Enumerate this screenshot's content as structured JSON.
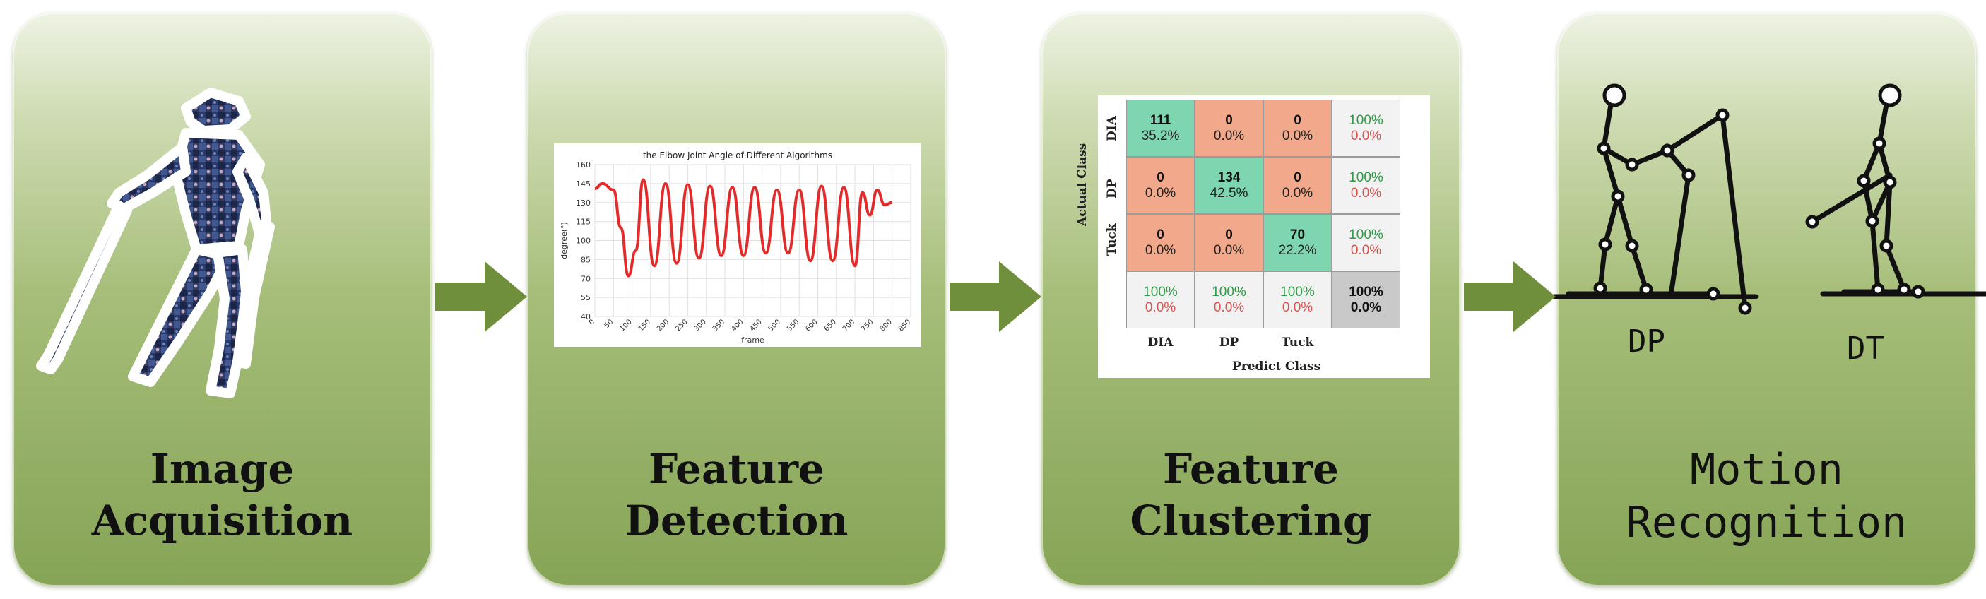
{
  "steps": [
    {
      "title_line1": "Image",
      "title_line2": "Acquisition"
    },
    {
      "title_line1": "Feature",
      "title_line2": "Detection"
    },
    {
      "title_line1": "Feature",
      "title_line2": "Clustering"
    },
    {
      "title_line1": "Motion",
      "title_line2": "Recognition"
    }
  ],
  "colors": {
    "panel": "#a5bd78",
    "arrow": "#6f8f3c",
    "curve": "#e32b2b"
  },
  "chart_data": {
    "type": "line",
    "title": "the Elbow Joint Angle of Different Algorithms",
    "ylabel": "degree(°)",
    "xlabel": "frame",
    "ylim": [
      40,
      160
    ],
    "xlim": [
      0,
      850
    ],
    "y_ticks": [
      "160",
      "145",
      "130",
      "115",
      "100",
      "85",
      "70",
      "55",
      "40"
    ],
    "x_ticks": [
      "0",
      "50",
      "100",
      "150",
      "200",
      "250",
      "300",
      "350",
      "400",
      "450",
      "500",
      "550",
      "600",
      "650",
      "700",
      "750",
      "800",
      "850"
    ],
    "grid": true,
    "series": [
      {
        "x": [
          0,
          20,
          50,
          70,
          90,
          110,
          130,
          160,
          190,
          220,
          250,
          280,
          310,
          340,
          370,
          400,
          430,
          460,
          490,
          520,
          550,
          580,
          610,
          640,
          670,
          700,
          720,
          740,
          760,
          780,
          800
        ],
        "y": [
          141,
          145,
          140,
          110,
          72,
          92,
          148,
          80,
          145,
          82,
          144,
          86,
          143,
          88,
          142,
          88,
          142,
          90,
          140,
          90,
          140,
          84,
          143,
          84,
          142,
          80,
          138,
          120,
          140,
          128,
          130
        ]
      }
    ]
  },
  "confusion_matrix": {
    "ylabel": "Actual Class",
    "xlabel": "Predict Class",
    "row_labels": [
      "DIA",
      "DP",
      "Tuck"
    ],
    "col_labels": [
      "DIA",
      "DP",
      "Tuck"
    ],
    "rows": [
      [
        {
          "count": "111",
          "pct": "35.2%"
        },
        {
          "count": "0",
          "pct": "0.0%"
        },
        {
          "count": "0",
          "pct": "0.0%"
        }
      ],
      [
        {
          "count": "0",
          "pct": "0.0%"
        },
        {
          "count": "134",
          "pct": "42.5%"
        },
        {
          "count": "0",
          "pct": "0.0%"
        }
      ],
      [
        {
          "count": "0",
          "pct": "0.0%"
        },
        {
          "count": "0",
          "pct": "0.0%"
        },
        {
          "count": "70",
          "pct": "22.2%"
        }
      ]
    ],
    "row_summary": [
      {
        "good": "100%",
        "bad": "0.0%"
      },
      {
        "good": "100%",
        "bad": "0.0%"
      },
      {
        "good": "100%",
        "bad": "0.0%"
      }
    ],
    "col_summary": [
      {
        "good": "100%",
        "bad": "0.0%"
      },
      {
        "good": "100%",
        "bad": "0.0%"
      },
      {
        "good": "100%",
        "bad": "0.0%"
      }
    ],
    "total": {
      "good": "100%",
      "bad": "0.0%"
    }
  },
  "motions": {
    "left": "DP",
    "right": "DT"
  }
}
